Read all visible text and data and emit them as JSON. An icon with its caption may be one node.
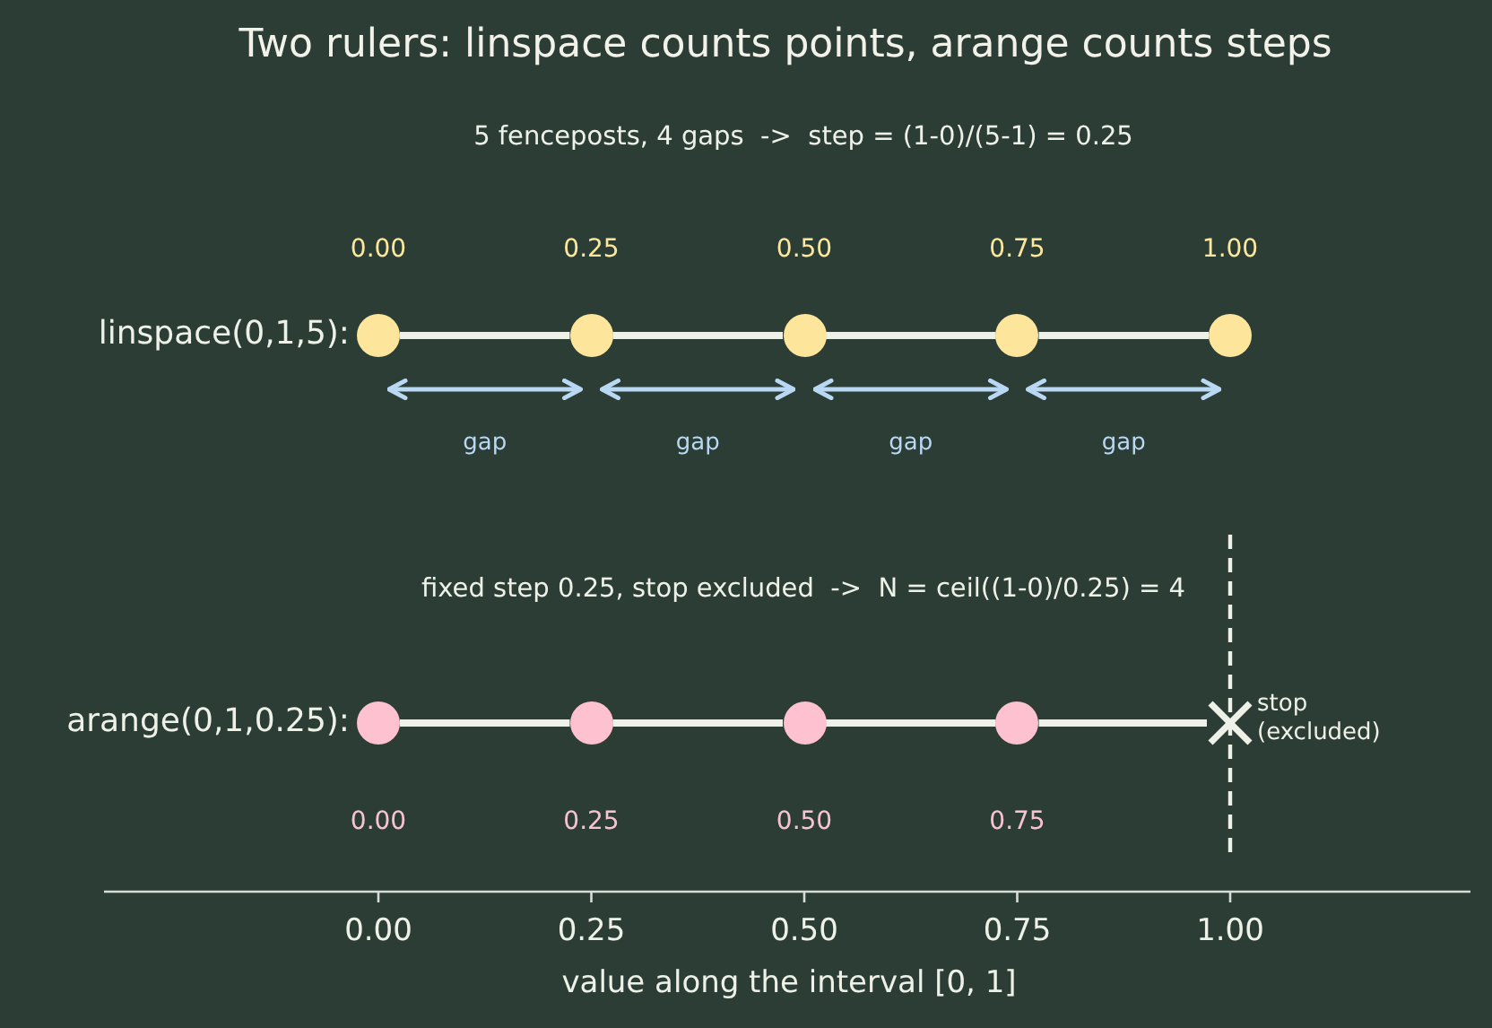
{
  "diagram": {
    "title": "Two rulers: linspace counts points, arange counts steps",
    "nodes": [
      {
        "text": [],
        "shape": "circle",
        "beside": [
          "0.00"
        ]
      },
      {
        "text": [],
        "shape": "circle",
        "beside": [
          "0.25"
        ]
      },
      {
        "text": [],
        "shape": "circle",
        "beside": [
          "0.50"
        ]
      },
      {
        "text": [],
        "shape": "circle",
        "beside": [
          "0.75"
        ]
      },
      {
        "text": [],
        "shape": "circle",
        "beside": [
          "1.00"
        ]
      },
      {
        "text": [],
        "shape": "circle",
        "beside": [
          "0.00"
        ]
      },
      {
        "text": [],
        "shape": "circle",
        "beside": [
          "0.25"
        ]
      },
      {
        "text": [],
        "shape": "circle",
        "beside": [
          "0.50"
        ]
      },
      {
        "text": [],
        "shape": "circle",
        "beside": [
          "0.75"
        ]
      },
      {
        "text": [],
        "shape": "cross",
        "beside": [
          "stop (excluded)"
        ]
      }
    ],
    "edges": [
      {
        "from": 0,
        "to": 1,
        "arrow": "none"
      },
      {
        "from": 1,
        "to": 2,
        "arrow": "none"
      },
      {
        "from": 2,
        "to": 3,
        "arrow": "none"
      },
      {
        "from": 3,
        "to": 4,
        "arrow": "none"
      },
      {
        "from": 0,
        "to": 1,
        "arrow": "both",
        "label": "gap",
        "color": "#b9d8f4"
      },
      {
        "from": 1,
        "to": 2,
        "arrow": "both",
        "label": "gap",
        "color": "#b9d8f4"
      },
      {
        "from": 2,
        "to": 3,
        "arrow": "both",
        "label": "gap",
        "color": "#b9d8f4"
      },
      {
        "from": 3,
        "to": 4,
        "arrow": "both",
        "label": "gap",
        "color": "#b9d8f4"
      },
      {
        "from": 5,
        "to": 6,
        "arrow": "none"
      },
      {
        "from": 6,
        "to": 7,
        "arrow": "none"
      },
      {
        "from": 7,
        "to": 8,
        "arrow": "none"
      },
      {
        "from": 8,
        "to": 9,
        "arrow": "none"
      }
    ],
    "labels": [
      "5 fenceposts, 4 gaps  ->  step = (1-0)/(5-1) = 0.25",
      "linspace(0,1,5):",
      "fixed step 0.25, stop excluded  ->  N = ceil((1-0)/0.25) = 4",
      "arange(0,1,0.25):",
      "0.00",
      "0.25",
      "0.50",
      "0.75",
      "1.00",
      "value along the interval [0, 1]"
    ]
  }
}
